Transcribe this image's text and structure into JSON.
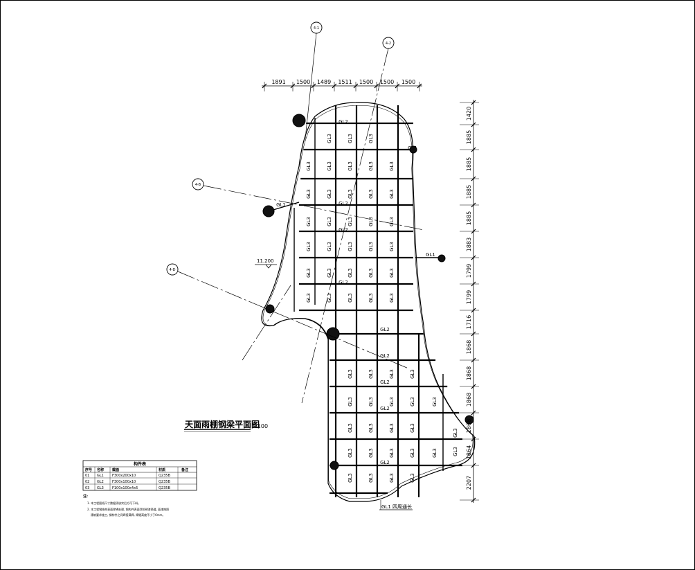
{
  "drawing": {
    "title": "天面雨棚钢梁平面图",
    "scale": "1:100",
    "elevation": "11.200",
    "note_label": "GL1 四周通长"
  },
  "section_markers": [
    "4-1",
    "4-2",
    "4-B",
    "4-D"
  ],
  "dims": {
    "top": [
      "1891",
      "1500",
      "1489",
      "1511",
      "1500",
      "1500",
      "1500"
    ],
    "right": [
      "1420",
      "1885",
      "1885",
      "1885",
      "1885",
      "1883",
      "1799",
      "1799",
      "1716",
      "1868",
      "1868",
      "1868",
      "1868",
      "1864",
      "2207"
    ]
  },
  "beam_labels": {
    "gl1": "GL1",
    "gl2": "GL2",
    "gl3": "GL3"
  },
  "table": {
    "title": "构件表",
    "headers": [
      "序号",
      "名称",
      "截面",
      "材质",
      "备注"
    ],
    "rows": [
      [
        "01",
        "GL1",
        "F300x200x10",
        "Q235B",
        ""
      ],
      [
        "02",
        "GL2",
        "F300x100x10",
        "Q235B",
        ""
      ],
      [
        "03",
        "GL3",
        "F100x100x4x6",
        "Q235B",
        ""
      ]
    ]
  },
  "notes": {
    "heading": "注:",
    "items": [
      "1. 本工程图纸尺寸数据须核实后方可下料。",
      "2. 本工程钢结构表面除锈处理, 钢构件表面涂防锈漆两道, 面漆按照",
      "建筑要求施工, 钢构件之间焊接满焊, 焊缝高度不小于6mm。"
    ]
  }
}
